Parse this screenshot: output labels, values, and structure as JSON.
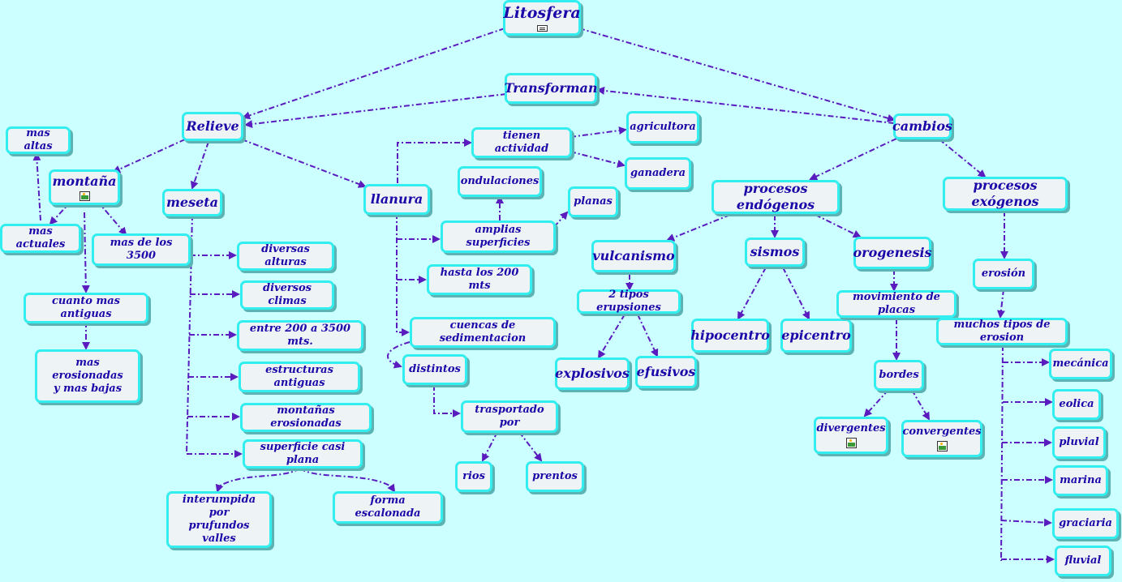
{
  "nodes": {
    "litosfera": "Litosfera",
    "transforman": "Transforman",
    "relieve": "Relieve",
    "cambios": "cambios",
    "mas_altas": "mas altas",
    "montana": "montaña",
    "mas_actuales": "mas actuales",
    "mas_3500": "mas de los 3500",
    "cuanto_mas": "cuanto mas antiguas",
    "mas_erosionadas": "mas erosionadas\n     y mas bajas",
    "meseta": "meseta",
    "diversas_alturas": "diversas alturas",
    "diversos_climas": "diversos climas",
    "entre_200": "entre 200 a 3500 mts.",
    "estructuras": "estructuras antiguas",
    "montanas_eros": "montañas erosionadas",
    "superficie_plana": "superficie casi plana",
    "interrumpida": "interumpida por\nprufundos valles",
    "forma_escalonada": "forma escalonada",
    "llanura": "llanura",
    "tienen_actividad": "tienen actividad",
    "agricultora": "agricultora",
    "ganadera": "ganadera",
    "ondulaciones": "ondulaciones",
    "planas": "planas",
    "amplias": "amplias superficies",
    "hasta_200": "hasta los 200 mts",
    "cuencas": "cuencas de sedimentacion",
    "distintos": "distintos",
    "trasportado": "trasportado por",
    "rios": "rios",
    "prentos": "prentos",
    "endogenos": "procesos endógenos",
    "exogenos": "procesos exógenos",
    "vulcanismo": "vulcanismo",
    "tipos_erupciones": "2 tipos erupsiones",
    "explosivos": "explosivos",
    "efusivos": "efusivos",
    "sismos": "sismos",
    "hipocentro": "hipocentro",
    "epicentro": "epicentro",
    "orogenesis": "orogenesis",
    "mov_placas": "movimiento de placas",
    "bordes": "bordes",
    "divergentes": "divergentes",
    "convergentes": "convergentes",
    "erosion": "erosión",
    "muchos_tipos": "muchos tipos de erosion",
    "mecanica": "mecánica",
    "eolica": "eolica",
    "pluvial": "pluvial",
    "marina": "marina",
    "graciaria": "graciaria",
    "fluvial": "fluvial"
  },
  "icons": {
    "litosfera": "document-icon",
    "montana": "image-icon",
    "divergentes": "image-icon",
    "convergentes": "image-icon"
  },
  "colors": {
    "background": "#ccffff",
    "node_fill": "#eef3f5",
    "node_border": "#33eeee",
    "text": "#1a08a8",
    "connector": "#5a1bbf"
  }
}
